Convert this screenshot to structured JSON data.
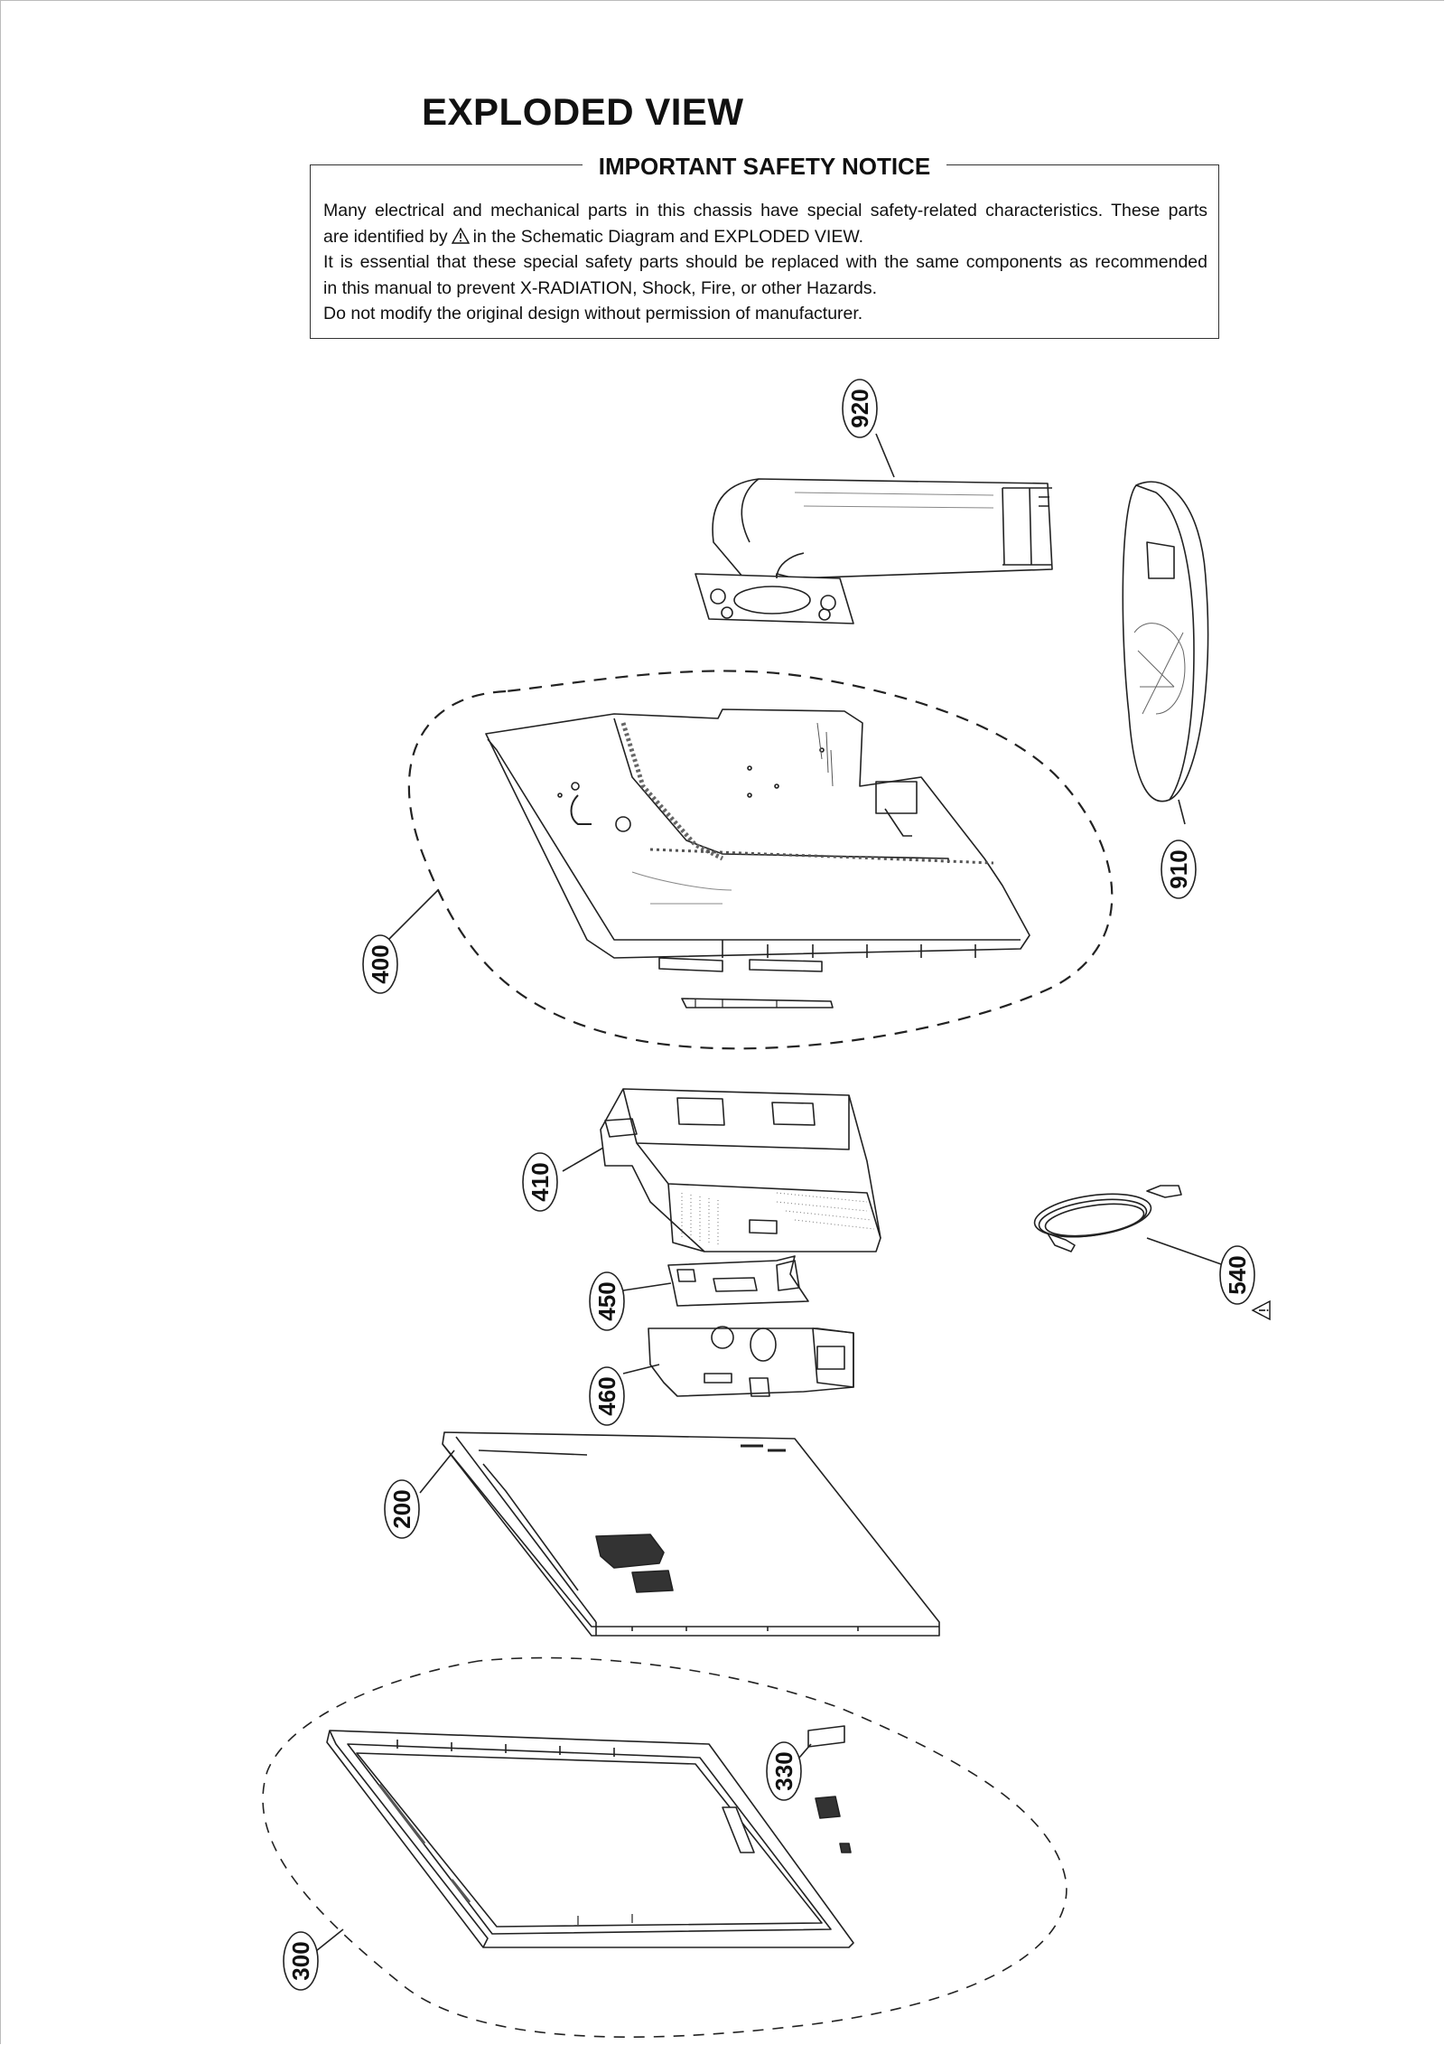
{
  "page": {
    "title": "EXPLODED VIEW"
  },
  "notice": {
    "heading": "IMPORTANT SAFETY NOTICE",
    "line1": "Many electrical and mechanical parts in this chassis have special safety-related characteristics. These parts",
    "line2_before": "are identified by",
    "line2_after": "in the Schematic Diagram and EXPLODED VIEW.",
    "line3": "It is essential that these special safety parts should be replaced with the same components as recommended",
    "line4": "in this manual to prevent X-RADIATION, Shock, Fire, or other Hazards.",
    "line5": "Do not modify the original design without permission of manufacturer."
  },
  "parts": {
    "p920": "920",
    "p910": "910",
    "p400": "400",
    "p410": "410",
    "p540": "540",
    "p450": "450",
    "p460": "460",
    "p200": "200",
    "p330": "330",
    "p300": "300"
  },
  "icons": {
    "safety_mark": "warning-triangle-icon"
  }
}
